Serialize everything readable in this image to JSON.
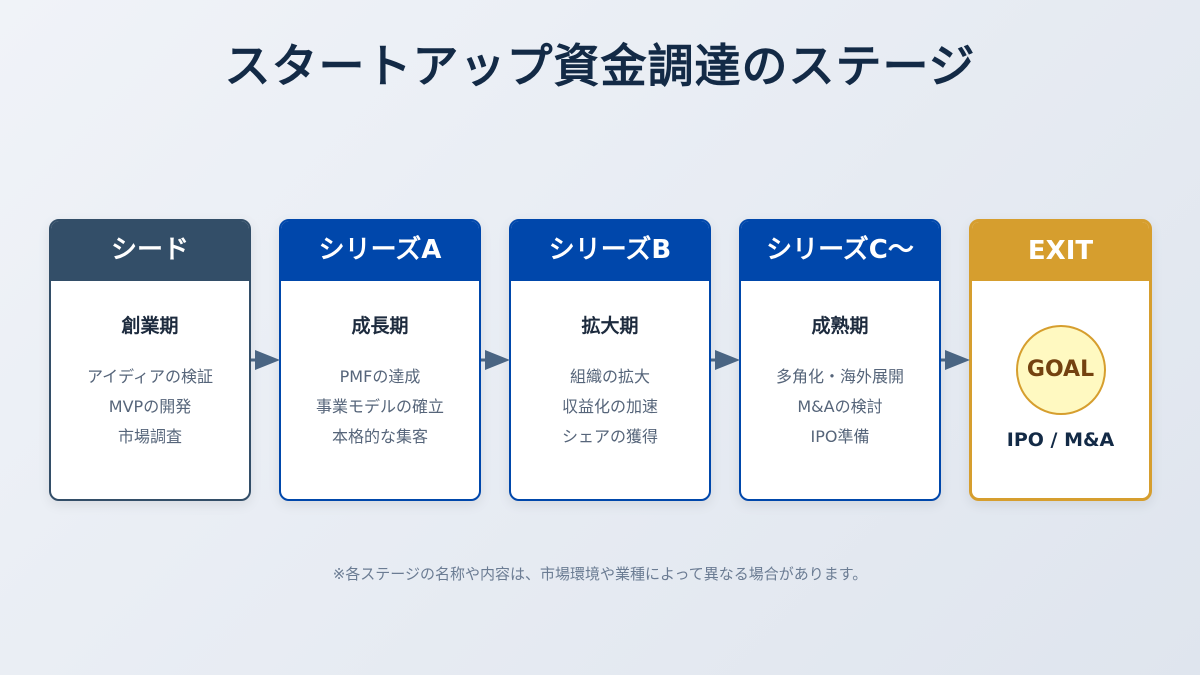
{
  "title": "スタートアップ資金調達のステージ",
  "stages": [
    {
      "header": "シード",
      "period": "創業期",
      "items": [
        "アイディアの検証",
        "MVPの開発",
        "市場調査"
      ],
      "color": "#334e68"
    },
    {
      "header": "シリーズA",
      "period": "成長期",
      "items": [
        "PMFの達成",
        "事業モデルの確立",
        "本格的な集客"
      ],
      "color": "#0047ab"
    },
    {
      "header": "シリーズB",
      "period": "拡大期",
      "items": [
        "組織の拡大",
        "収益化の加速",
        "シェアの獲得"
      ],
      "color": "#0047ab"
    },
    {
      "header": "シリーズC〜",
      "period": "成熟期",
      "items": [
        "多角化・海外展開",
        "M&Aの検討",
        "IPO準備"
      ],
      "color": "#0047ab"
    }
  ],
  "exit": {
    "header": "EXIT",
    "badge": "GOAL",
    "label": "IPO / M&A",
    "color": "#d69e2e"
  },
  "note": "※各ステージの名称や内容は、市場環境や業種によって異なる場合があります。"
}
